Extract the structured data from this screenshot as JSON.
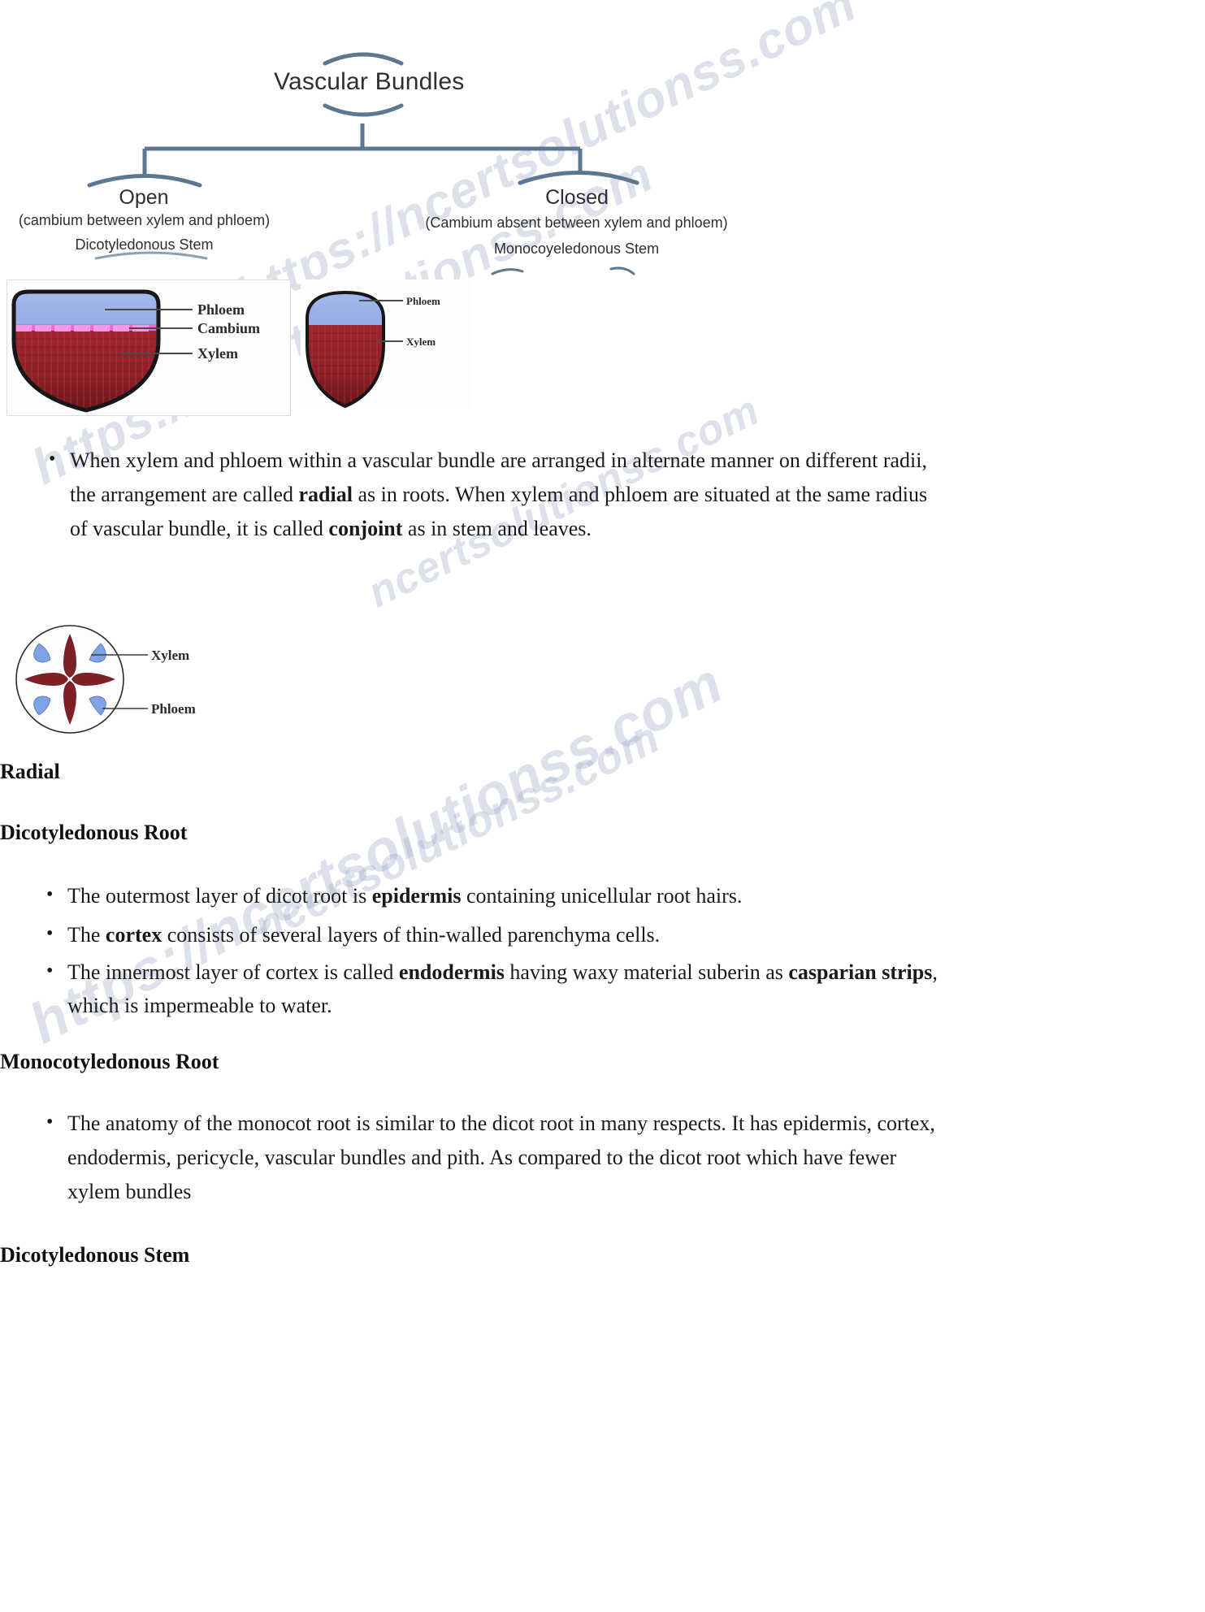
{
  "document": {
    "watermarks": [
      "https://ncertsolutionss.com",
      "https://ncertsolutionss.com",
      "ncertsolutionss.com",
      "https://ncertsolutionss.com",
      "ncertsolutionss.com"
    ]
  },
  "tree_diagram": {
    "root": "Vascular Bundles",
    "branches": [
      {
        "title": "Open",
        "subtitle": "(cambium between xylem and phloem)",
        "subtitle2": "Dicotyledonous Stem"
      },
      {
        "title": "Closed",
        "subtitle": "(Cambium absent between  xylem and phloem)",
        "subtitle2": "Monocoyeledonous Stem"
      }
    ]
  },
  "figure_dicot_stem": {
    "labels": [
      "Phloem",
      "Cambium",
      "Xylem"
    ]
  },
  "figure_monocot_stem": {
    "labels": [
      "Phloem",
      "Xylem"
    ]
  },
  "figure_radial_root": {
    "labels": [
      "Xylem",
      "Phloem"
    ]
  },
  "body": {
    "bullet_vascular": {
      "part1": "When xylem and phloem within a vascular bundle are arranged in alternate manner on different radii, the arrangement are called ",
      "bold1": "radial",
      "part2": " as in roots. When xylem and phloem are situated at the same radius of vascular bundle, it is called ",
      "bold2": "conjoint",
      "part3": " as in stem and leaves."
    },
    "heading_radial": "Radial",
    "heading_dicot_root": "Dicotyledonous Root",
    "bullet_epidermis": {
      "part1": "The outermost layer of dicot root is ",
      "bold1": "epidermis",
      "part2": " containing unicellular root hairs."
    },
    "bullet_cortex": {
      "part1": "The ",
      "bold1": "cortex",
      "part2": " consists of several layers of thin-walled parenchyma cells."
    },
    "bullet_endodermis": {
      "part1": "The innermost layer of cortex is called ",
      "bold1": "endodermis",
      "part2": " having waxy material suberin as ",
      "bold2": "casparian strips",
      "part3": ", which is impermeable to water."
    },
    "heading_mono_root": "Monocotyledonous Root",
    "bullet_monocot": {
      "part1": "The anatomy of the monocot root is similar to the dicot root in many respects. It has epidermis, cortex, endodermis, pericycle, vascular bundles and pith. As compared to the dicot root which have fewer xylem bundles"
    },
    "heading_dicot_stem": "Dicotyledonous Stem"
  },
  "colors": {
    "tree_line": "#5d7791",
    "text": "#1a1a1a",
    "watermark": "#9aa7c7",
    "phloem_blue": "#97b2e8",
    "xylem_red": "#8e2026",
    "cambium_pink": "#e86bd4"
  }
}
